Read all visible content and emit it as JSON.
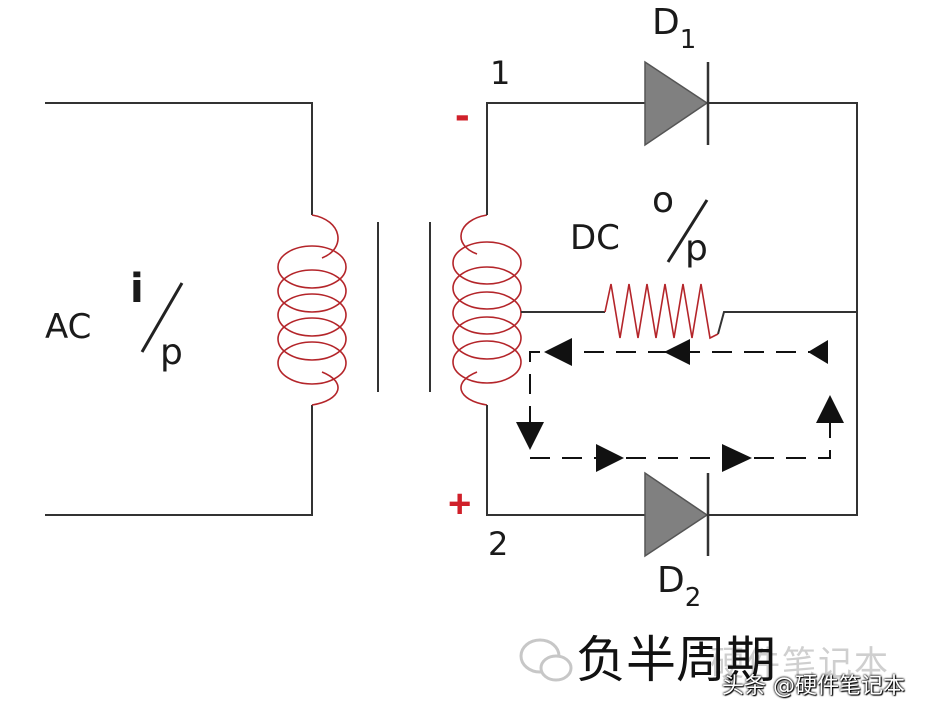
{
  "diagram": {
    "source_label": {
      "text": "AC",
      "symbol_top": "i",
      "symbol_bottom": "p"
    },
    "output_label": {
      "text": "DC",
      "symbol_top": "o",
      "symbol_bottom": "p"
    },
    "terminals": {
      "top": "1",
      "bottom": "2"
    },
    "polarity": {
      "top": "-",
      "bottom": "+"
    },
    "diodes": [
      {
        "letter": "D",
        "sub": "1"
      },
      {
        "letter": "D",
        "sub": "2"
      }
    ],
    "caption": "负半周期"
  },
  "watermark": {
    "faded_text": "硬件笔记本",
    "credit": "头条 @硬件笔记本"
  },
  "colors": {
    "wire": "#333333",
    "coil": "#b4252a",
    "polarity": "#d0202a",
    "diode_fill": "#808080",
    "arrow": "#111111",
    "watermark": "#c8c8c8"
  }
}
